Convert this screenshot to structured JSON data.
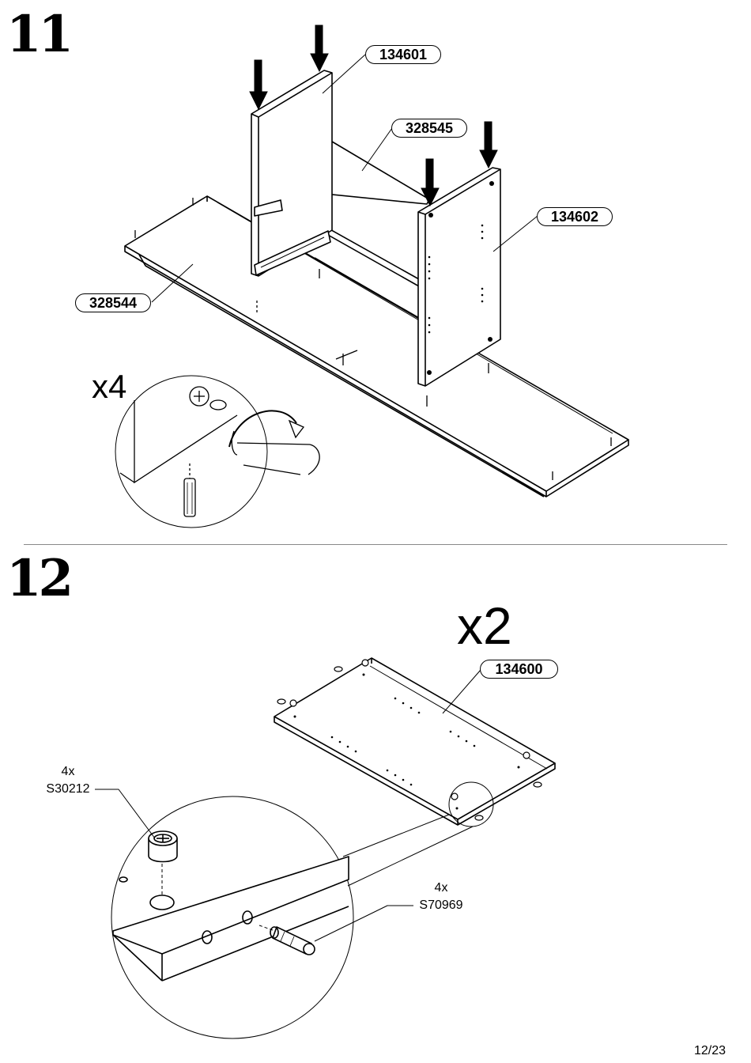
{
  "steps": [
    {
      "number": "11",
      "multiplier": "x4",
      "parts": {
        "p1": "134601",
        "p2": "328545",
        "p3": "134602",
        "p4": "328544"
      }
    },
    {
      "number": "12",
      "multiplier": "x2",
      "parts": {
        "p1": "134600"
      },
      "hardware": [
        {
          "qty": "4x",
          "code": "S30212"
        },
        {
          "qty": "4x",
          "code": "S70969"
        }
      ]
    }
  ],
  "page": {
    "number": "12/23"
  }
}
